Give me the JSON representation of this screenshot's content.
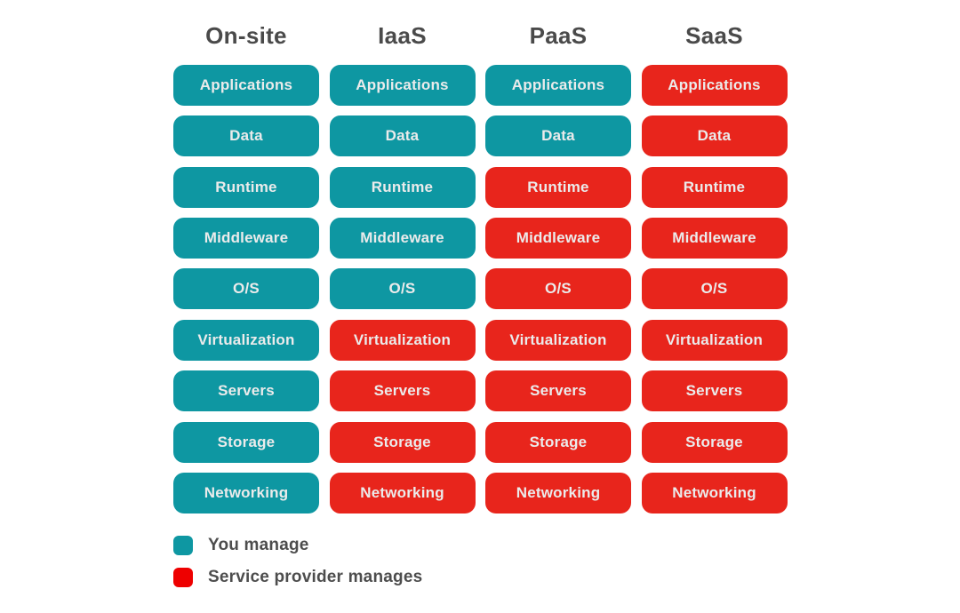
{
  "diagram": {
    "columns": [
      {
        "label": "On-site",
        "cells": [
          "you",
          "you",
          "you",
          "you",
          "you",
          "you",
          "you",
          "you",
          "you"
        ]
      },
      {
        "label": "IaaS",
        "cells": [
          "you",
          "you",
          "you",
          "you",
          "you",
          "provider",
          "provider",
          "provider",
          "provider"
        ]
      },
      {
        "label": "PaaS",
        "cells": [
          "you",
          "you",
          "provider",
          "provider",
          "provider",
          "provider",
          "provider",
          "provider",
          "provider"
        ]
      },
      {
        "label": "SaaS",
        "cells": [
          "provider",
          "provider",
          "provider",
          "provider",
          "provider",
          "provider",
          "provider",
          "provider",
          "provider"
        ]
      }
    ],
    "layers": [
      "Applications",
      "Data",
      "Runtime",
      "Middleware",
      "O/S",
      "Virtualization",
      "Servers",
      "Storage",
      "Networking"
    ],
    "legend": [
      {
        "key": "you",
        "label": "You manage",
        "color": "#0e97a2"
      },
      {
        "key": "provider",
        "label": "Service provider manages",
        "color": "#ee0000"
      }
    ],
    "colors": {
      "you_manage": "#0e97a2",
      "provider_manages": "#e8251c",
      "heading_text": "#4a4a4a",
      "legend_text": "#4d4d4d",
      "pill_text": "#ebebeb",
      "background": "#ffffff"
    }
  }
}
